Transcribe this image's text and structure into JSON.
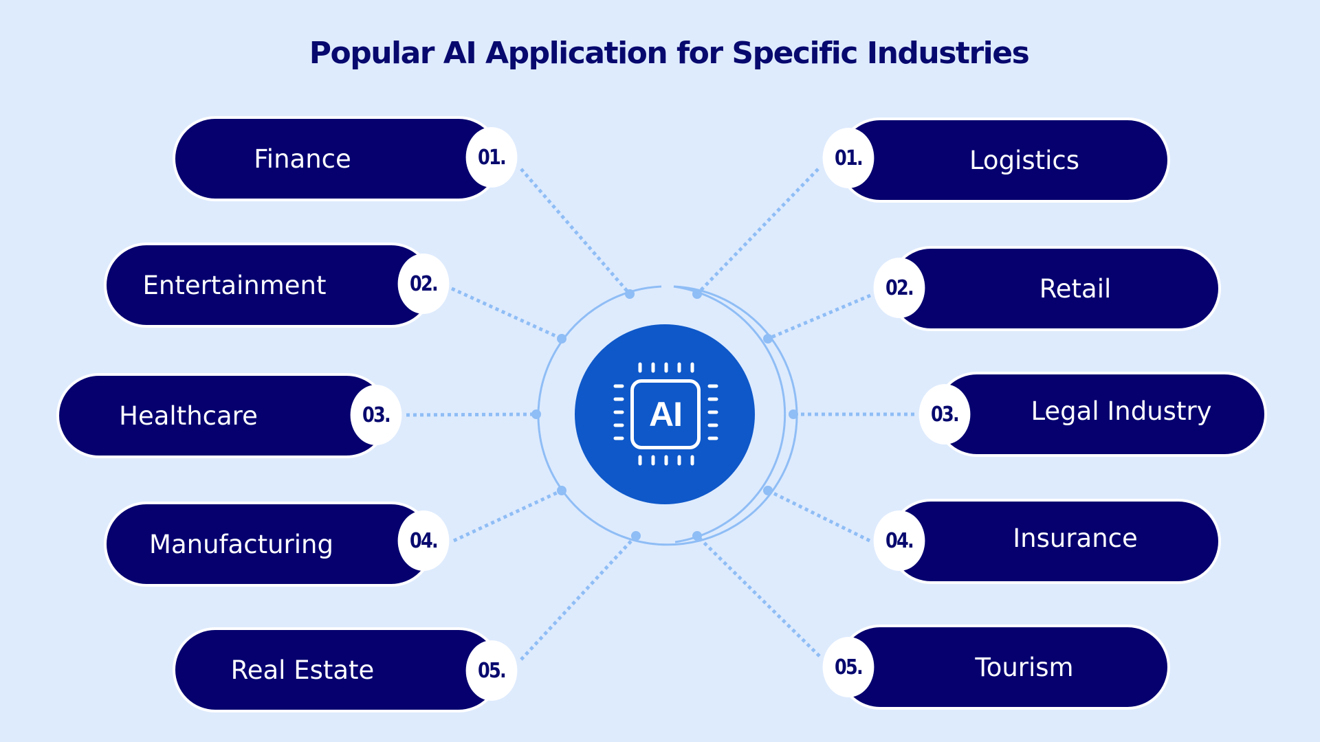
{
  "title": "Popular AI Application for Specific Industries",
  "center": {
    "label": "AI",
    "icon": "ai-chip-icon"
  },
  "left_items": [
    {
      "number": "01.",
      "label": "Finance"
    },
    {
      "number": "02.",
      "label": "Entertainment"
    },
    {
      "number": "03.",
      "label": "Healthcare"
    },
    {
      "number": "04.",
      "label": "Manufacturing"
    },
    {
      "number": "05.",
      "label": "Real Estate"
    }
  ],
  "right_items": [
    {
      "number": "01.",
      "label": "Logistics"
    },
    {
      "number": "02.",
      "label": "Retail"
    },
    {
      "number": "03.",
      "label": "Legal Industry"
    },
    {
      "number": "04.",
      "label": "Insurance"
    },
    {
      "number": "05.",
      "label": "Tourism"
    }
  ],
  "colors": {
    "background": "#deebfd",
    "pill": "#06006f",
    "title": "#08096e",
    "core": "#0e58c9",
    "connector": "#8fbdf5"
  }
}
